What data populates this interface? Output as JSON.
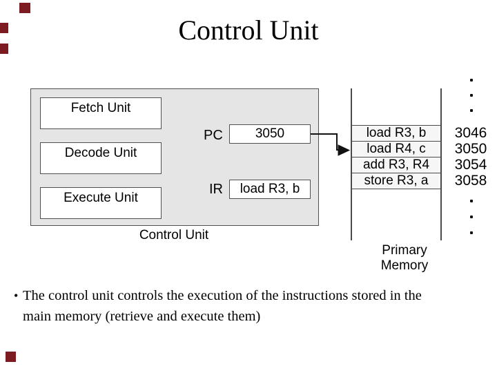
{
  "slide": {
    "title": "Control Unit",
    "bullet": {
      "marker": "•",
      "line1": "The control unit controls the execution of the instructions stored in the",
      "line2": "main memory (retrieve and execute them)"
    }
  },
  "diagram": {
    "control_unit": {
      "caption": "Control Unit",
      "units": [
        {
          "label": "Fetch Unit"
        },
        {
          "label": "Decode Unit"
        },
        {
          "label": "Execute Unit"
        }
      ],
      "registers": [
        {
          "name": "PC",
          "value": "3050"
        },
        {
          "name": "IR",
          "value": "load R3, b"
        }
      ]
    },
    "memory": {
      "label_line1": "Primary",
      "label_line2": "Memory",
      "rows": [
        {
          "instruction": "load R3, b",
          "address": "3046"
        },
        {
          "instruction": "load R4, c",
          "address": "3050"
        },
        {
          "instruction": "add R3, R4",
          "address": "3054"
        },
        {
          "instruction": "store R3, a",
          "address": "3058"
        }
      ]
    }
  },
  "decorations": {
    "accent_square_color": "#7d1b22",
    "box_fill_color": "#e5e5e5",
    "line_color": "#4a4a4a"
  }
}
